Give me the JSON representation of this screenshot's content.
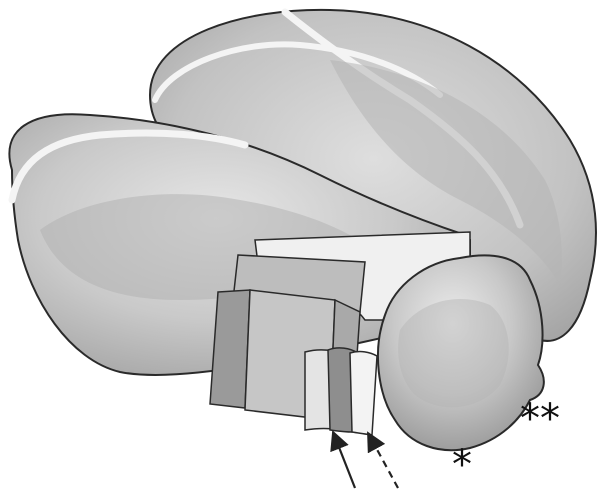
{
  "annotations": {
    "double_asterisk": "**",
    "single_asterisk": "*"
  },
  "colors": {
    "outline": "#2a2a2a",
    "light_gray": "#dcdcdc",
    "mid_gray": "#bdbdbd",
    "dark_gray": "#9a9a9a",
    "highlight": "#f4f4f4",
    "arrow": "#222222"
  },
  "arrows": [
    {
      "name": "solid-arrow",
      "style": "solid"
    },
    {
      "name": "dashed-arrow",
      "style": "dashed"
    }
  ]
}
